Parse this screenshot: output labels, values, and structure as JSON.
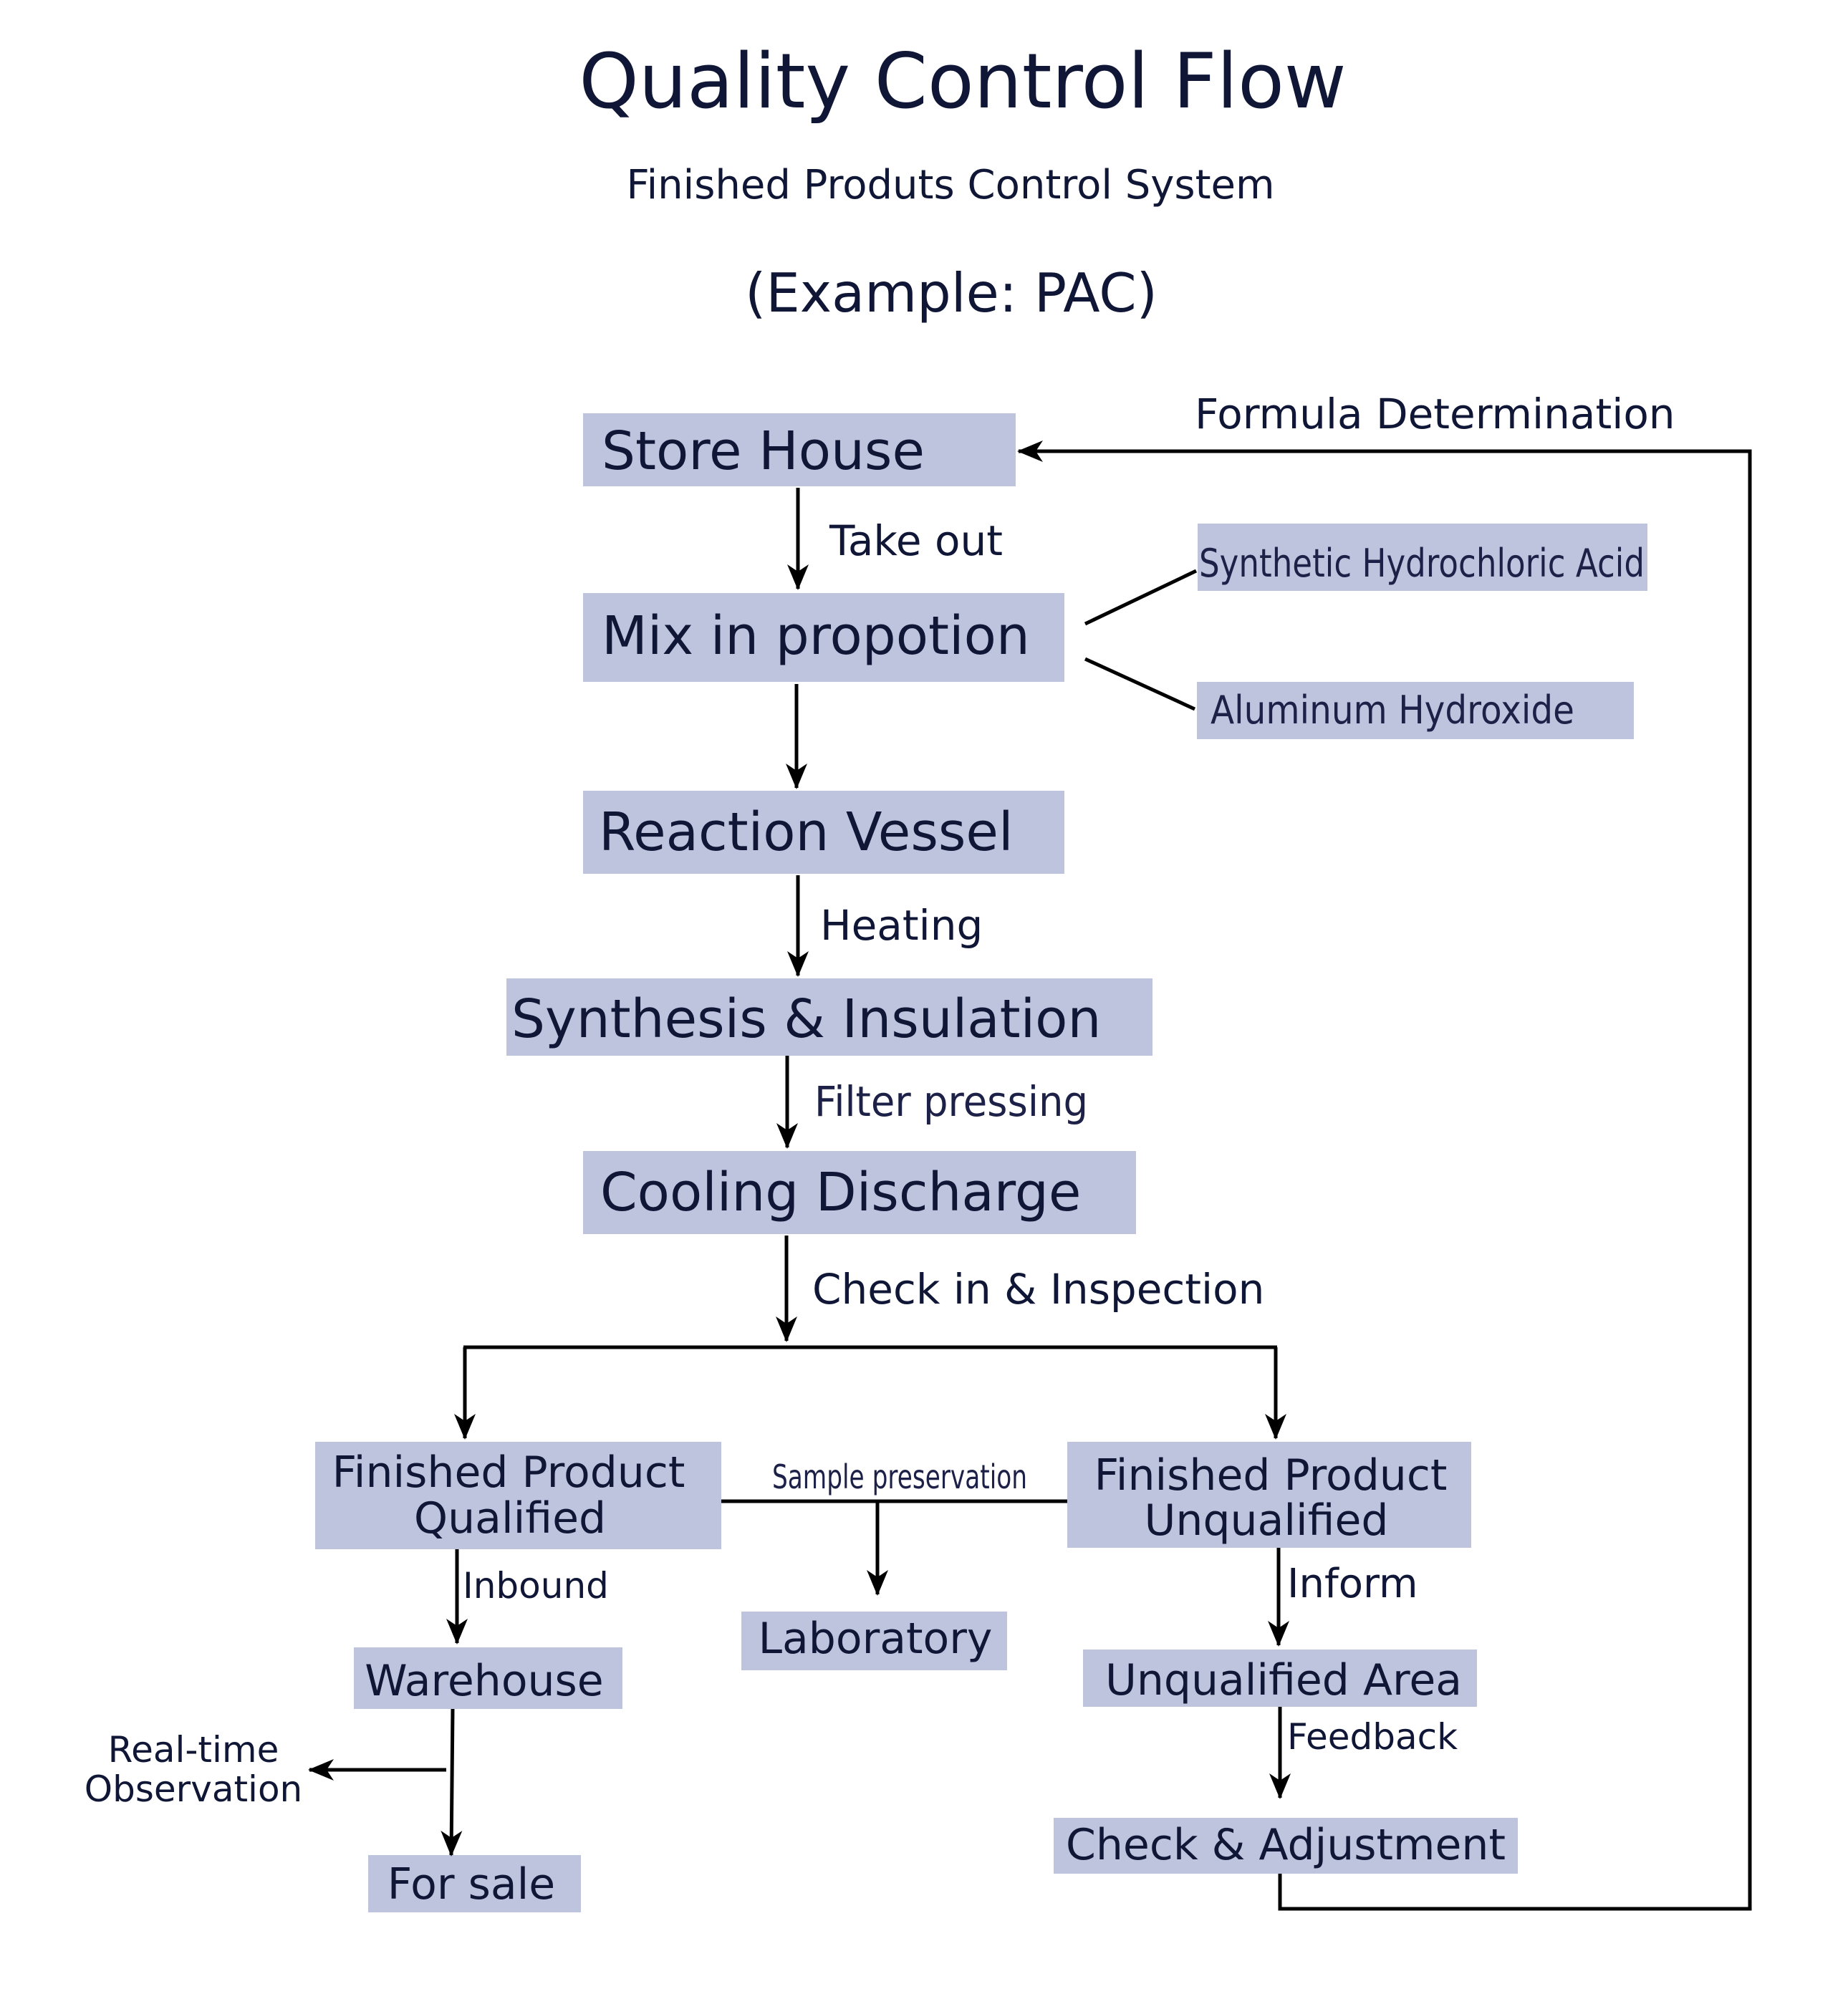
{
  "title": "Quality Control Flow",
  "subtitle": "Finished Produts Control System",
  "example": "(Example: PAC)",
  "nodes": {
    "store_house": "Store House",
    "mix": "Mix in propotion",
    "reaction_vessel": "Reaction Vessel",
    "synthesis": "Synthesis & Insulation",
    "cooling": "Cooling Discharge",
    "qualified_line1": "Finished Product",
    "qualified_line2": "Qualified",
    "unqualified_line1": "Finished Product",
    "unqualified_line2": "Unqualified",
    "laboratory": "Laboratory",
    "warehouse": "Warehouse",
    "for_sale": "For sale",
    "unqualified_area": "Unqualified Area",
    "check_adjustment": "Check & Adjustment",
    "hcl": "Synthetic Hydrochloric Acid",
    "aloh": "Aluminum   Hydroxide"
  },
  "edges": {
    "formula": "Formula Determination",
    "take_out": "Take out",
    "heating": "Heating",
    "filter": "Filter pressing",
    "check_in": "Check in & Inspection",
    "sample": "Sample preservation",
    "inbound": "Inbound",
    "inform": "Inform",
    "feedback": "Feedback",
    "realtime_line1": "Real-time",
    "realtime_line2": "Observation"
  },
  "colors": {
    "box_fill": "#bfc4de",
    "text": "#0f1636",
    "line": "#000000"
  }
}
